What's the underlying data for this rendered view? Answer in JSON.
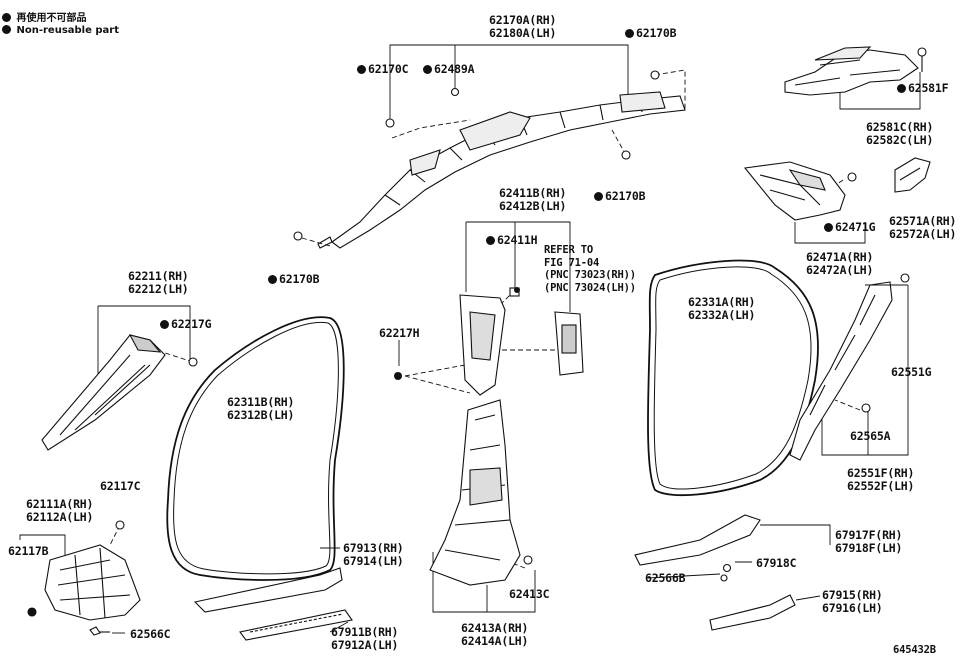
{
  "legend": [
    {
      "symbol": "●",
      "text": "再使用不可部品"
    },
    {
      "symbol": "●",
      "text": "Non-reusable part"
    }
  ],
  "callouts": {
    "c62170A": [
      "62170A(RH)",
      "62180A(LH)"
    ],
    "c62170B_top": "62170B",
    "c62170C": "62170C",
    "c62489A": "62489A",
    "c62170B_mid": "62170B",
    "c62170B_left": "62170B",
    "c62581F": "62581F",
    "c62581C": [
      "62581C(RH)",
      "62582C(LH)"
    ],
    "c62471G": "62471G",
    "c62471A": [
      "62471A(RH)",
      "62472A(LH)"
    ],
    "c62571A": [
      "62571A(RH)",
      "62572A(LH)"
    ],
    "c62411B": [
      "62411B(RH)",
      "62412B(LH)"
    ],
    "c62411H": "62411H",
    "refer": [
      "REFER TO",
      "FIG 71-04",
      "(PNC 73023(RH))",
      "(PNC 73024(LH))"
    ],
    "c62217H": "62217H",
    "c62211": [
      "62211(RH)",
      "62212(LH)"
    ],
    "c62217G": "62217G",
    "c62311B": [
      "62311B(RH)",
      "62312B(LH)"
    ],
    "c62331A": [
      "62331A(RH)",
      "62332A(LH)"
    ],
    "c62551G": "62551G",
    "c62565A": "62565A",
    "c62551F": [
      "62551F(RH)",
      "62552F(LH)"
    ],
    "c62117C": "62117C",
    "c62111A": [
      "62111A(RH)",
      "62112A(LH)"
    ],
    "c62117B": "62117B",
    "c62566C": "62566C",
    "c67913": [
      "67913(RH)",
      "67914(LH)"
    ],
    "c67911B": [
      "67911B(RH)",
      "67912A(LH)"
    ],
    "c62413C": "62413C",
    "c62413A": [
      "62413A(RH)",
      "62414A(LH)"
    ],
    "c67917F": [
      "67917F(RH)",
      "67918F(LH)"
    ],
    "c67918C": "67918C",
    "c62566B": "62566B",
    "c67915": [
      "67915(RH)",
      "67916(LH)"
    ],
    "figure_id": "645432B"
  }
}
